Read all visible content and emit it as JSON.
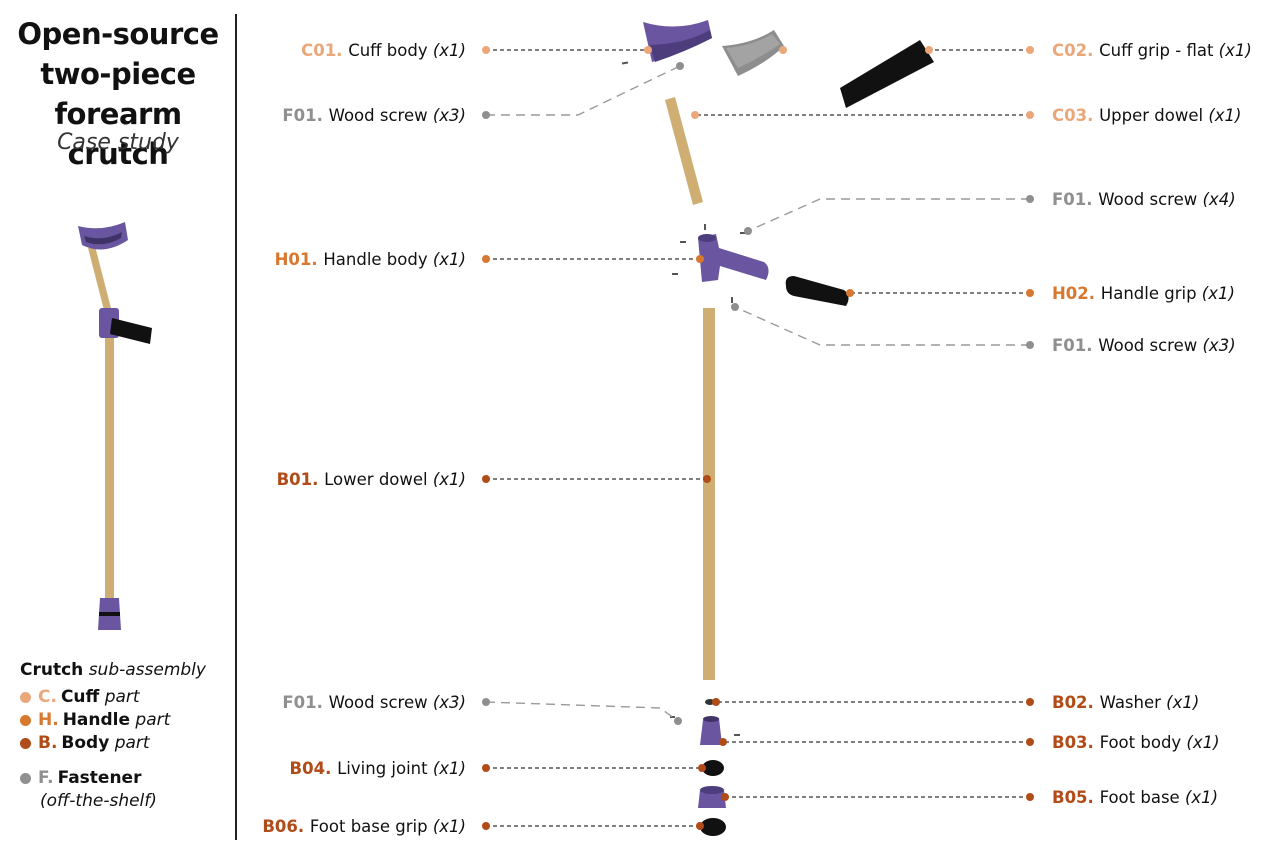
{
  "title_lines": [
    "Open-source",
    "two-piece",
    "forearm crutch"
  ],
  "subtitle": "Case study",
  "colors": {
    "cuff": "#eaa77a",
    "handle": "#d7782e",
    "body": "#b14b17",
    "fastener": "#8f8f8f",
    "plastic": "#6a55a0",
    "wood": "#cfae74",
    "grip": "#111111"
  },
  "legend": {
    "heading": "Crutch",
    "heading_italic": "sub-assembly",
    "items": [
      {
        "letter": "C.",
        "name": "Cuff",
        "suffix": "part",
        "color": "#eaa77a"
      },
      {
        "letter": "H.",
        "name": "Handle",
        "suffix": "part",
        "color": "#d7782e"
      },
      {
        "letter": "B.",
        "name": "Body",
        "suffix": "part",
        "color": "#b14b17"
      },
      {
        "letter": "F.",
        "name": "Fastener",
        "suffix": "",
        "color": "#8f8f8f"
      }
    ],
    "fastener_note": "(off-the-shelf)"
  },
  "parts": {
    "C01": {
      "code": "C01.",
      "name": "Cuff body",
      "qty": "(x1)",
      "group": "cuff"
    },
    "C02": {
      "code": "C02.",
      "name": "Cuff grip - flat",
      "qty": "(x1)",
      "group": "cuff"
    },
    "C03": {
      "code": "C03.",
      "name": "Upper dowel",
      "qty": "(x1)",
      "group": "cuff"
    },
    "F01a": {
      "code": "F01.",
      "name": "Wood screw",
      "qty": "(x3)",
      "group": "fastener"
    },
    "F01b": {
      "code": "F01.",
      "name": "Wood screw",
      "qty": "(x4)",
      "group": "fastener"
    },
    "H01": {
      "code": "H01.",
      "name": "Handle body",
      "qty": "(x1)",
      "group": "handle"
    },
    "H02": {
      "code": "H02.",
      "name": "Handle grip",
      "qty": "(x1)",
      "group": "handle"
    },
    "F01c": {
      "code": "F01.",
      "name": "Wood screw",
      "qty": "(x3)",
      "group": "fastener"
    },
    "B01": {
      "code": "B01.",
      "name": "Lower dowel",
      "qty": "(x1)",
      "group": "body"
    },
    "F01d": {
      "code": "F01.",
      "name": "Wood screw",
      "qty": "(x3)",
      "group": "fastener"
    },
    "B02": {
      "code": "B02.",
      "name": "Washer",
      "qty": "(x1)",
      "group": "body"
    },
    "B03": {
      "code": "B03.",
      "name": "Foot body",
      "qty": "(x1)",
      "group": "body"
    },
    "B04": {
      "code": "B04.",
      "name": "Living joint",
      "qty": "(x1)",
      "group": "body"
    },
    "B05": {
      "code": "B05.",
      "name": "Foot base",
      "qty": "(x1)",
      "group": "body"
    },
    "B06": {
      "code": "B06.",
      "name": "Foot base grip",
      "qty": "(x1)",
      "group": "body"
    }
  }
}
